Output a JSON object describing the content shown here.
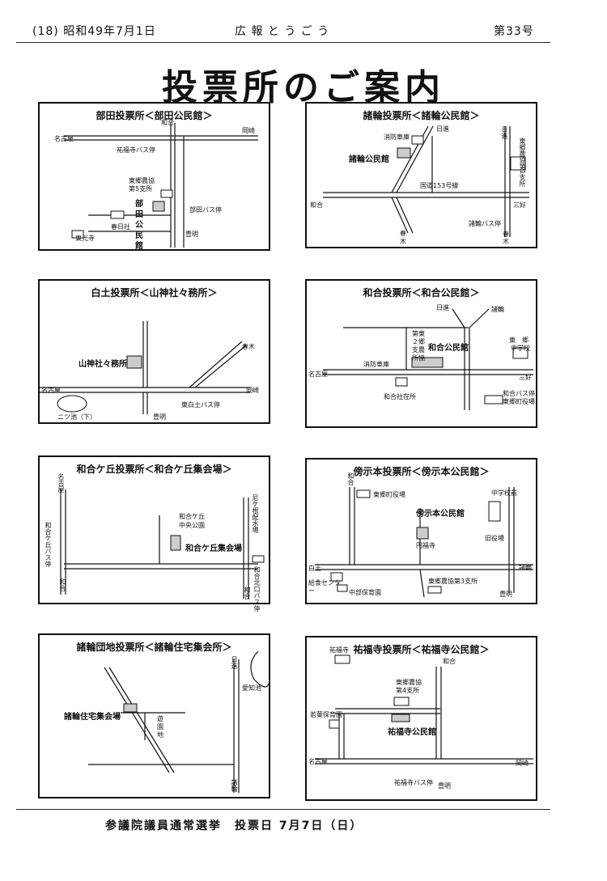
{
  "header": {
    "issue": "(18) 昭和49年7月1日",
    "newsletter": "広 報 と う ご う",
    "number": "第33号"
  },
  "title": "投票所のご案内",
  "panels": [
    {
      "title": "部田投票所＜部田公民館＞",
      "labels": [
        "和合",
        "名古屋",
        "岡崎",
        "祐福寺バス停",
        "東郷農協",
        "第5支所",
        "部",
        "田",
        "公",
        "民",
        "館",
        "部田バス停",
        "春日社",
        "東光寺",
        "豊明"
      ]
    },
    {
      "title": "諸輪投票所＜諸輪公民館＞",
      "labels": [
        "日進",
        "日進",
        "消防車庫",
        "諸輪公民館",
        "東郷農協第1支所",
        "国道153号線",
        "和合",
        "諸輪バス停",
        "三好",
        "春",
        "木",
        "春",
        "木"
      ]
    },
    {
      "title": "白土投票所＜山神社々務所＞",
      "labels": [
        "春木",
        "山神社々務所",
        "名古屋",
        "岡崎",
        "東白土バス停",
        "ニツ池（下）",
        "豊明"
      ]
    },
    {
      "title": "和合投票所＜和合公民館＞",
      "labels": [
        "日進",
        "諸輪",
        "第東",
        "２郷",
        "支農",
        "所協",
        "和合公民館",
        "東　郷",
        "中学校",
        "消防車庫",
        "名古屋",
        "三好",
        "和合社在所",
        "和合バス停",
        "東郷町役場"
      ]
    },
    {
      "title": "和合ケ丘投票所＜和合ケ丘集会場＞",
      "labels": [
        "名古屋",
        "和合ケ丘",
        "中央公園",
        "尼ケ根配水場",
        "和合ケ丘集会場",
        "和合ケ丘バス停",
        "和合北口バス停",
        "和合",
        "和合"
      ]
    },
    {
      "title": "傍示本投票所＜傍示本公民館＞",
      "labels": [
        "和合",
        "東郷町役場",
        "中学校前",
        "傍示本公民館",
        "円福寺",
        "旧役場",
        "白土",
        "給食センター",
        "中部保育園",
        "東郷農協第3支所",
        "諸輪",
        "豊明"
      ]
    },
    {
      "title": "諸輪団地投票所＜諸輪住宅集会所＞",
      "labels": [
        "日進",
        "愛知池",
        "諸輪住宅集会場",
        "遊",
        "園",
        "地",
        "諸輪"
      ]
    },
    {
      "title": "祐福寺投票所＜祐福寺公民館＞",
      "labels": [
        "祐福寺",
        "和合",
        "東郷農協",
        "第4支所",
        "若葉保育園",
        "祐福寺公民館",
        "名古屋",
        "岡崎",
        "祐福寺バス停",
        "豊明"
      ]
    }
  ],
  "footer": "参議院議員通常選挙　投票日 7月7日（日）"
}
